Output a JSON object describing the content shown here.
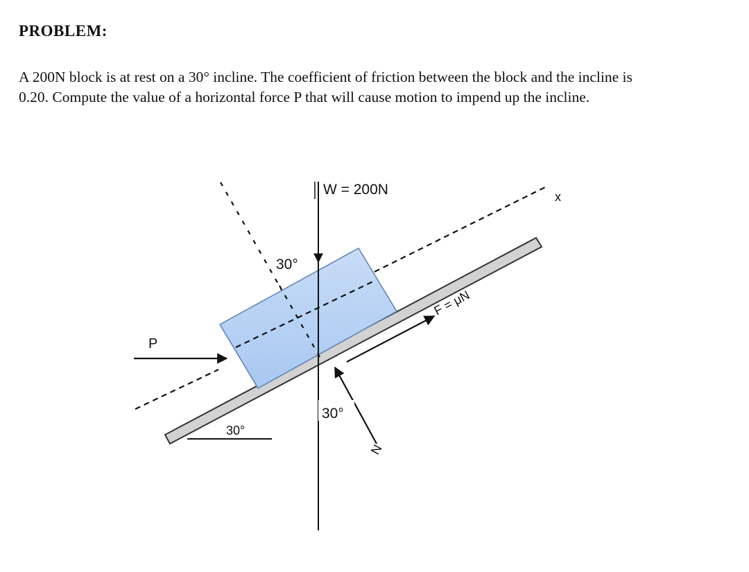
{
  "heading": "PROBLEM:",
  "problem": {
    "line1": "A 200N block is at rest on a 30° incline. The coefficient of friction between the block and the incline is",
    "line2": "0.20. Compute the value of a horizontal force P that will cause motion to impend up the incline."
  },
  "diagram": {
    "weight_label": "W = 200N",
    "angle_top_label": "30°",
    "angle_base_label": "30°",
    "angle_normal_label": "30°",
    "friction_label": "F = μN",
    "force_label": "P",
    "normal_label": "N",
    "axis_label": "x",
    "colors": {
      "block_top": "#c8dcf6",
      "block_bottom": "#a8c8f2",
      "block_edge": "#5b7fb0",
      "plane_fill": "#d2d2d2",
      "line": "#111111"
    }
  }
}
